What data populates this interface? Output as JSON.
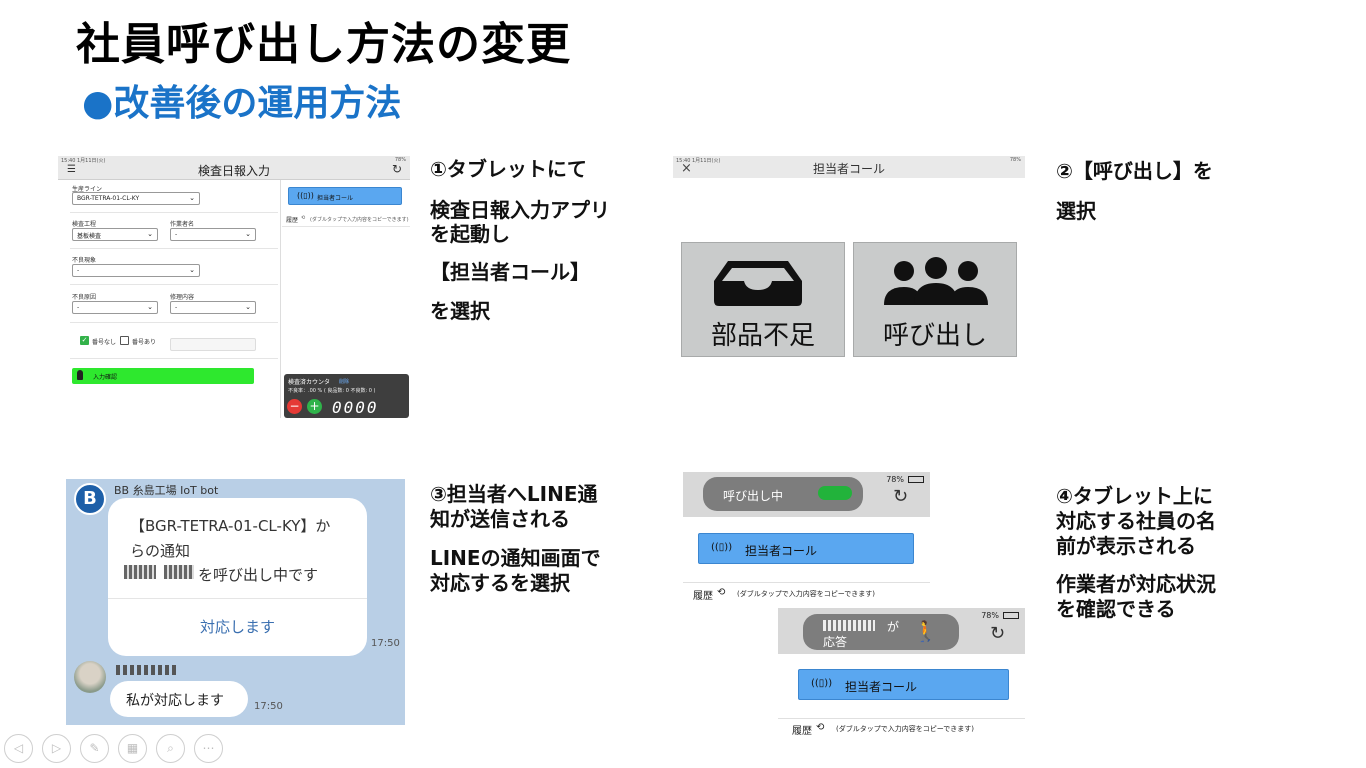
{
  "slide": {
    "title": "社員呼び出し方法の変更",
    "subtitle": "●改善後の運用方法"
  },
  "step1": {
    "caption": [
      "①タブレットにて",
      "検査日報入力アプリ",
      "を起動し",
      "【担当者コール】",
      "を選択"
    ],
    "screen": {
      "status_left": "15:40  1月11日(火)",
      "status_right": "78%",
      "title": "検査日報入力",
      "line_label": "生産ライン",
      "line_value": "BGR-TETRA-01-CL-KY",
      "process_label": "検査工程",
      "process_value": "基板検査",
      "worker_label": "作業者名",
      "worker_value": "-",
      "defect_label": "不良現象",
      "defect_value": "-",
      "cause_label": "不良原因",
      "cause_value": "-",
      "repair_label": "修理内容",
      "repair_value": "-",
      "no_number_label": "番号なし",
      "with_number_label": "番号あり",
      "call_button": "担当者コール",
      "history_label": "履歴",
      "history_note": "(ダブルタップで入力内容をコピーできます)",
      "confirm_button": "入力確認",
      "counter_title": "検査済カウンタ",
      "counter_link": "削除",
      "counter_stats": "不良率：.00 % ( 良品数: 0  不良数: 0 )",
      "counter_value": "0000"
    }
  },
  "step2": {
    "caption": [
      "②【呼び出し】を",
      "選択"
    ],
    "screen": {
      "status_left": "15:40  1月11日(火)",
      "status_right": "78%",
      "title": "担当者コール",
      "close": "×",
      "btn_parts": "部品不足",
      "btn_call": "呼び出し"
    }
  },
  "step3": {
    "caption": [
      "③担当者へLINE通",
      "知が送信される",
      "LINEの通知画面で",
      "対応するを選択"
    ],
    "line": {
      "bot_name": "BB 糸島工場 IoT bot",
      "message_1": "【BGR-TETRA-01-CL-KY】か",
      "message_2": "らの通知",
      "message_3": "を呼び出し中です",
      "action": "対応します",
      "time_1": "17:50",
      "reply": "私が対応します",
      "time_2": "17:50"
    }
  },
  "step4": {
    "caption": [
      "④タブレット上に",
      "対応する社員の名",
      "前が表示される",
      "作業者が対応状況",
      "を確認できる"
    ],
    "screen_a": {
      "battery": "78%",
      "status": "呼び出し中",
      "call_button": "担当者コール",
      "history_label": "履歴",
      "history_note": "(ダブルタップで入力内容をコピーできます)"
    },
    "screen_b": {
      "battery": "78%",
      "status_1": "が",
      "status_2": "応答",
      "call_button": "担当者コール",
      "history_label": "履歴",
      "history_note": "(ダブルタップで入力内容をコピーできます)"
    }
  },
  "colors": {
    "title": "#000000",
    "subtitle": "#1a73c8",
    "call_button": "#5aa7f0",
    "confirm_button": "#2ee82e",
    "line_bg": "#b9cfe6"
  }
}
